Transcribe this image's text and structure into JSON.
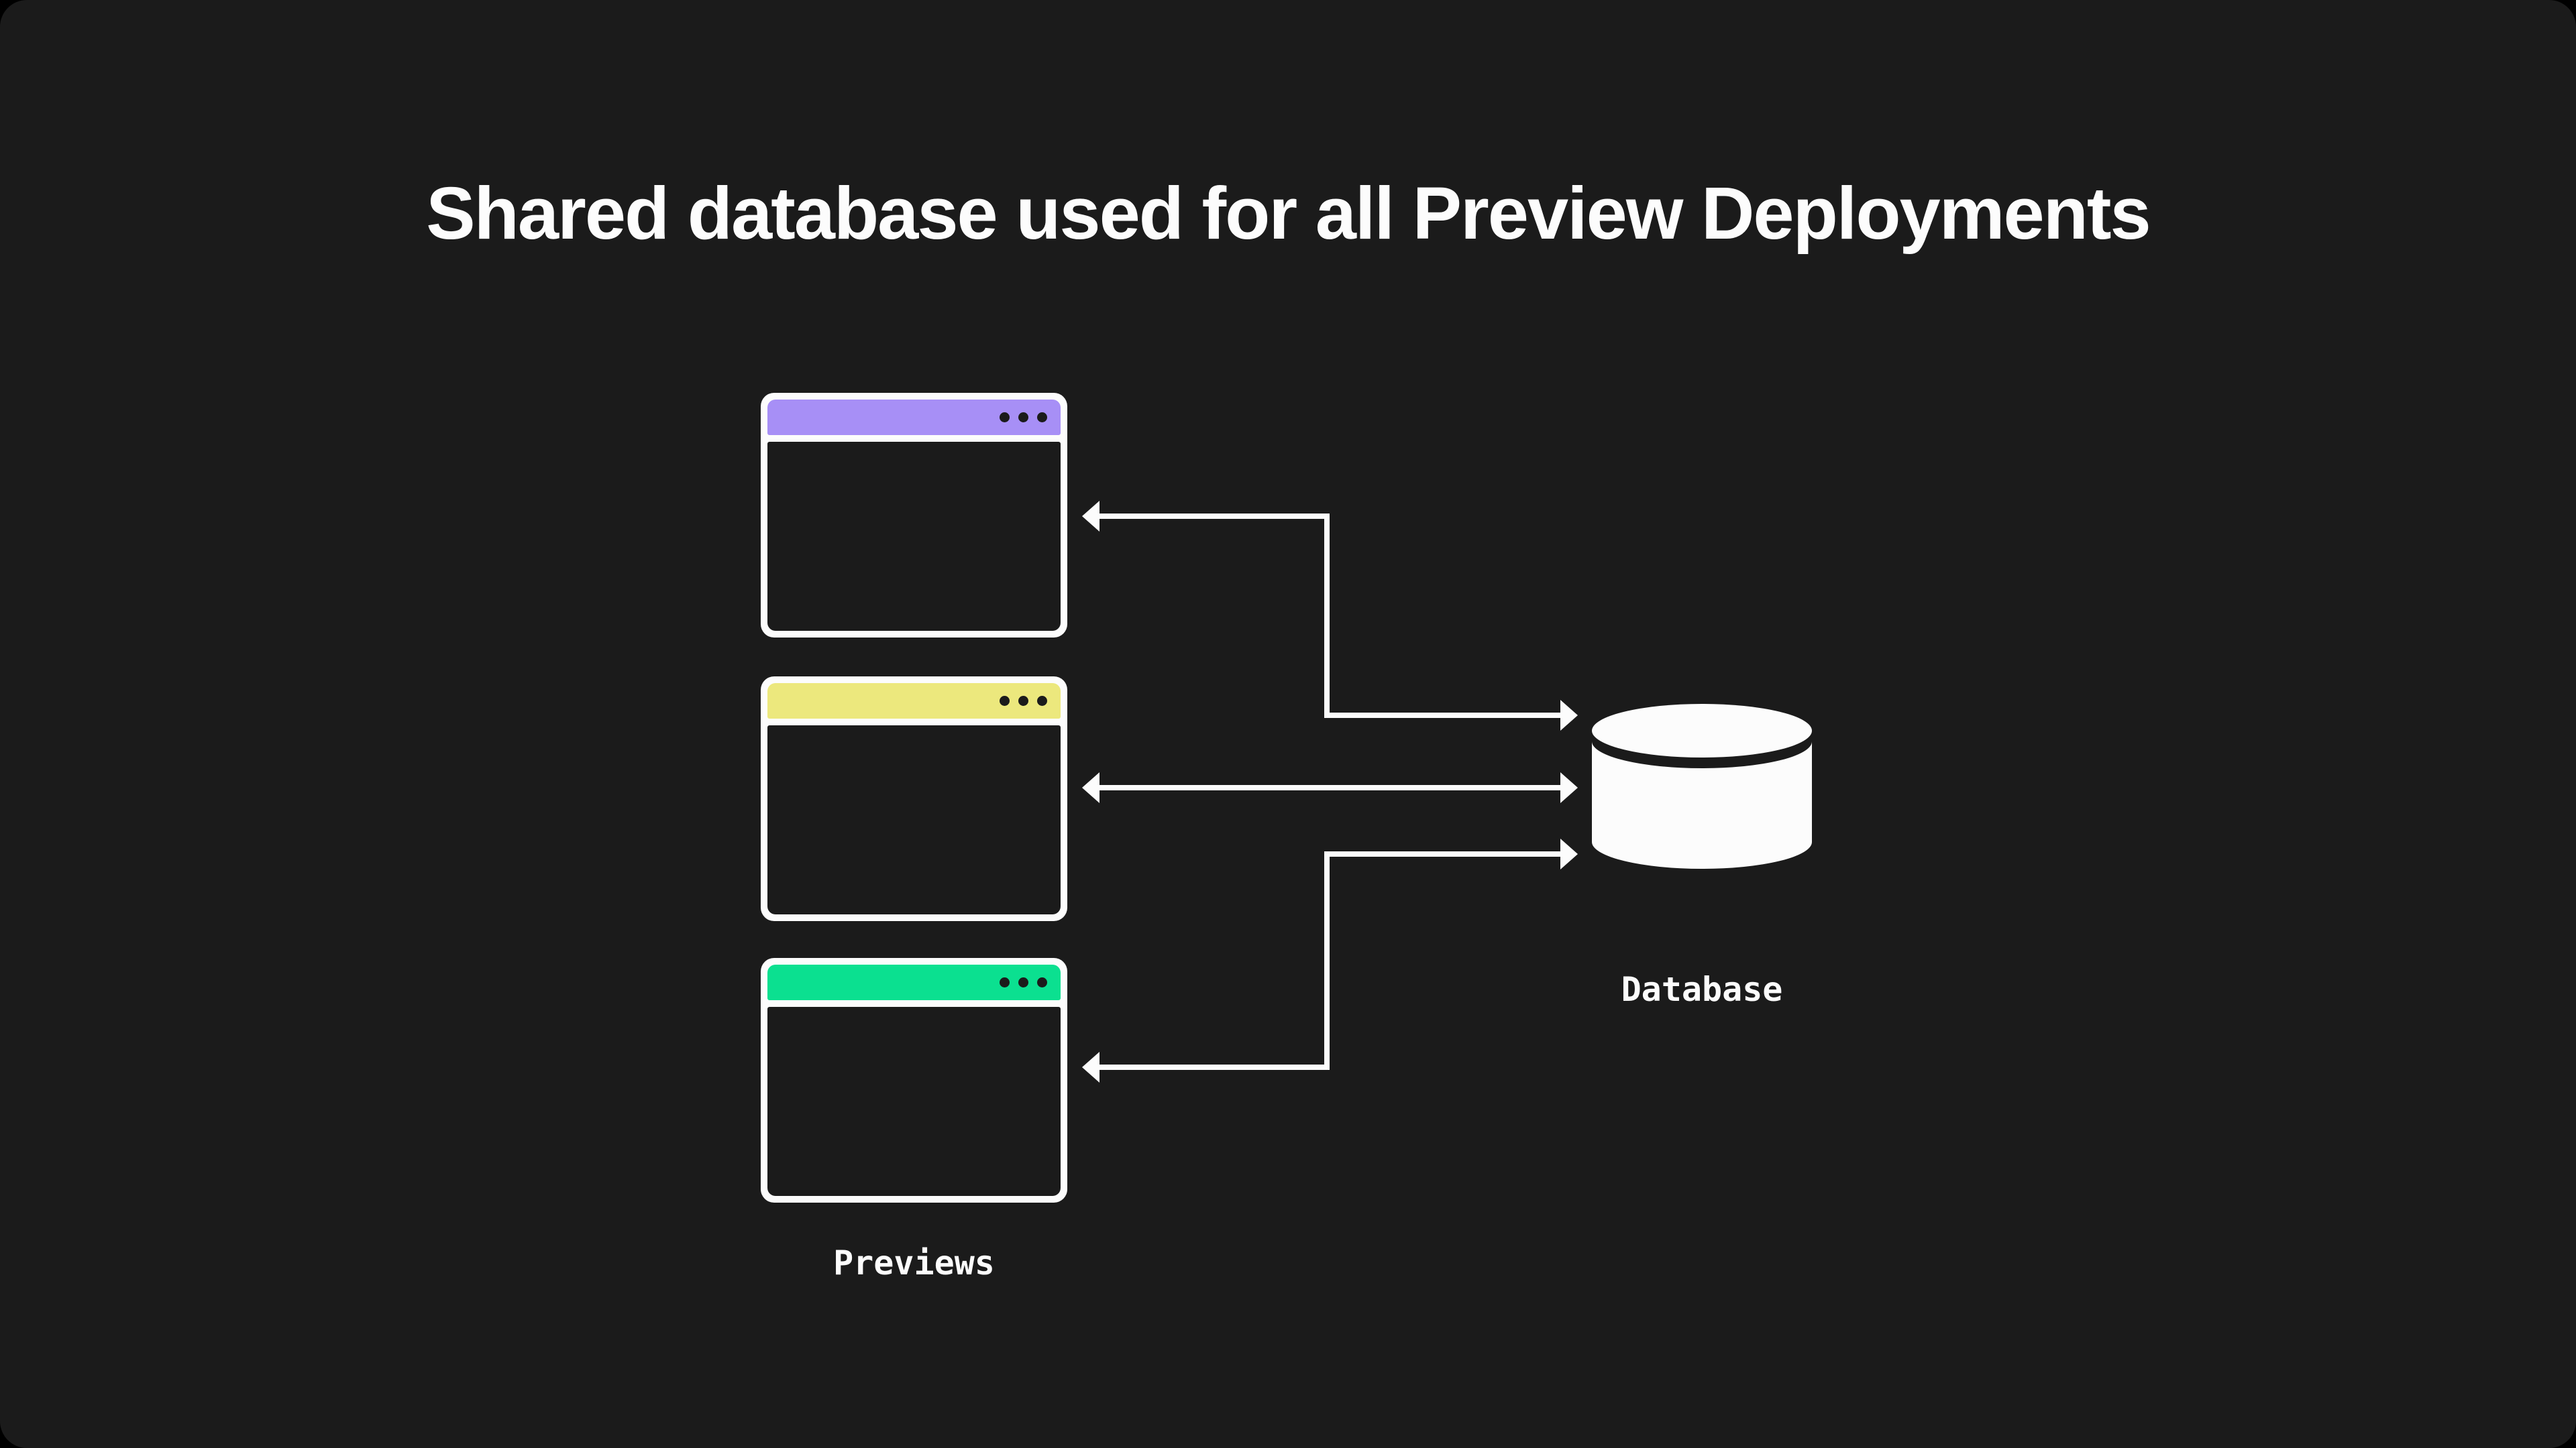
{
  "title": "Shared database used for all Preview Deployments",
  "previews_label": "Previews",
  "database_label": "Database",
  "colors": {
    "background": "#1b1b1b",
    "foreground": "#fcfcfc",
    "preview_1_titlebar": "#a78ff6",
    "preview_2_titlebar": "#ece87d",
    "preview_3_titlebar": "#0be090"
  },
  "windows": [
    {
      "id": "preview-1",
      "titlebar_color": "#a78ff6",
      "control_dots": 3
    },
    {
      "id": "preview-2",
      "titlebar_color": "#ece87d",
      "control_dots": 3
    },
    {
      "id": "preview-3",
      "titlebar_color": "#0be090",
      "control_dots": 3
    }
  ],
  "diagram": {
    "nodes": [
      {
        "id": "previews",
        "label": "Previews",
        "type": "browser-window-stack",
        "count": 3
      },
      {
        "id": "database",
        "label": "Database",
        "type": "database-cylinder"
      }
    ],
    "edges": [
      {
        "from": "preview-1",
        "to": "database",
        "bidirectional": true
      },
      {
        "from": "preview-2",
        "to": "database",
        "bidirectional": true
      },
      {
        "from": "preview-3",
        "to": "database",
        "bidirectional": true
      }
    ]
  }
}
